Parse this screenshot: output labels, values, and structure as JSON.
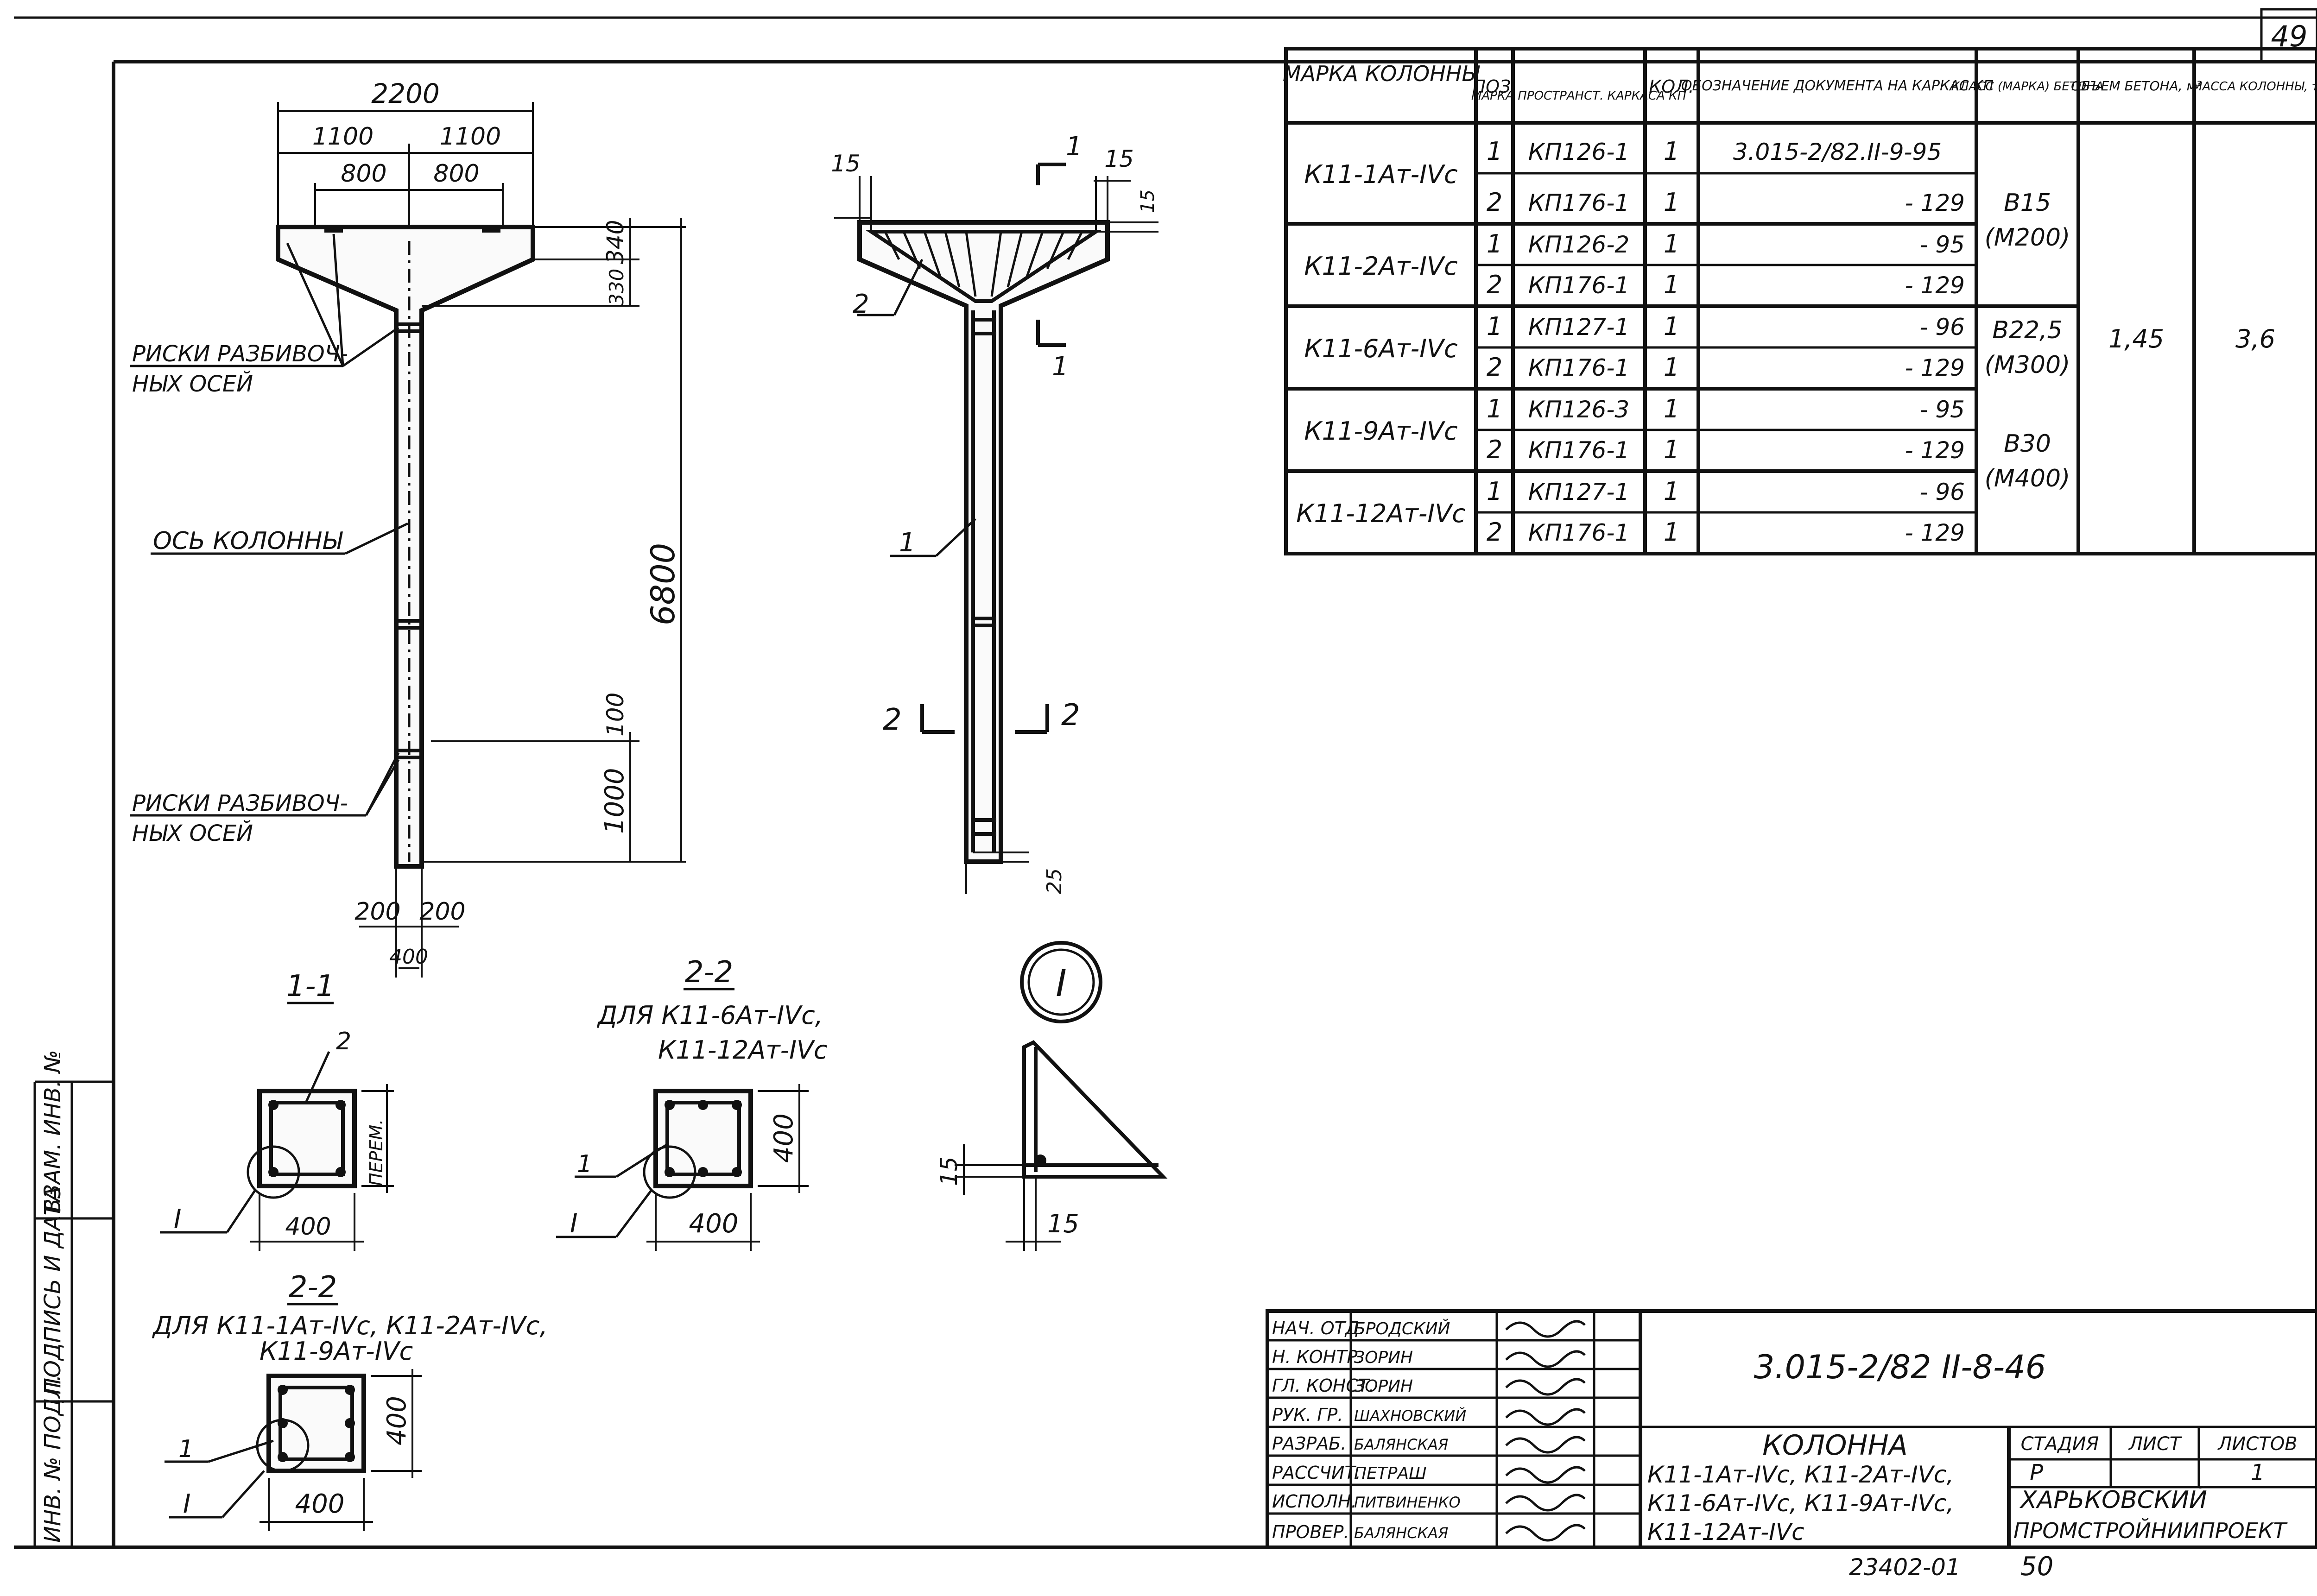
{
  "sheet_number": "49",
  "bottom_code": "23402-01",
  "bottom_page": "50",
  "elevation_view": {
    "dim_total": "2200",
    "dim_half_left": "1100",
    "dim_half_right": "1100",
    "dim_inner_left": "800",
    "dim_inner_right": "800",
    "dim_top": "340",
    "dim_top_sub": "330",
    "dim_height": "6800",
    "dim_bottom_100": "100",
    "dim_bottom_1000": "1000",
    "dim_width_left": "200",
    "dim_width_right": "200",
    "dim_width_total": "400",
    "label_marks_top_1": "РИСКИ РАЗБИВОЧ-",
    "label_marks_top_2": "НЫХ ОСЕЙ",
    "label_axis": "ОСЬ КОЛОННЫ",
    "label_marks_bottom_1": "РИСКИ РАЗБИВОЧ-",
    "label_marks_bottom_2": "НЫХ ОСЕЙ"
  },
  "reinforcement_view": {
    "dim_left": "15",
    "dim_right": "15",
    "dim_side": "15",
    "dim_bottom": "25",
    "cut1_left": "1",
    "cut1_right": "1",
    "cut2_left": "2",
    "cut2_right": "2",
    "pos_1": "1",
    "pos_2": "2"
  },
  "sections": {
    "s11_title": "1-1",
    "s11_pos": "2",
    "s11_dim_w": "400",
    "s11_dim_side": "ПЕРЕМ.",
    "s11_detail": "I",
    "s22a_title": "2-2",
    "s22a_sub1": "ДЛЯ К11-6Ат-IVс,",
    "s22a_sub2": "К11-12Ат-IVс",
    "s22a_pos": "1",
    "s22a_dim_w": "400",
    "s22a_dim_side": "400",
    "s22a_detail": "I",
    "s22b_title": "2-2",
    "s22b_sub1": "ДЛЯ К11-1Ат-IVс, К11-2Ат-IVс,",
    "s22b_sub2": "К11-9Ат-IVс",
    "s22b_pos": "1",
    "s22b_dim_w": "400",
    "s22b_dim_side": "400",
    "s22b_detail": "I",
    "node_label": "I",
    "node_dim_v": "15",
    "node_dim_h": "15"
  },
  "spec_table": {
    "headers": [
      "МАРКА КОЛОННЫ",
      "ПОЗ.",
      "МАРКА ПРОСТРАНСТ. КАРКАСА КП",
      "КОЛ.",
      "ОБОЗНАЧЕНИЕ ДОКУМЕНТА НА КАРКАС КП",
      "КЛАСС (МАРКА) БЕТОНА",
      "ОБЪЕМ БЕТОНА, м³",
      "МАССА КОЛОННЫ, т"
    ],
    "rows": [
      {
        "mark": "К11-1Ат-IVс",
        "items": [
          {
            "pos": "1",
            "kp": "КП126-1",
            "qty": "1",
            "doc": "3.015-2/82.II-9-95"
          },
          {
            "pos": "2",
            "kp": "КП176-1",
            "qty": "1",
            "doc": "- 129"
          }
        ]
      },
      {
        "mark": "К11-2Ат-IVс",
        "items": [
          {
            "pos": "1",
            "kp": "КП126-2",
            "qty": "1",
            "doc": "- 95"
          },
          {
            "pos": "2",
            "kp": "КП176-1",
            "qty": "1",
            "doc": "- 129"
          }
        ]
      },
      {
        "mark": "К11-6Ат-IVс",
        "items": [
          {
            "pos": "1",
            "kp": "КП127-1",
            "qty": "1",
            "doc": "- 96"
          },
          {
            "pos": "2",
            "kp": "КП176-1",
            "qty": "1",
            "doc": "- 129"
          }
        ]
      },
      {
        "mark": "К11-9Ат-IVс",
        "items": [
          {
            "pos": "1",
            "kp": "КП126-3",
            "qty": "1",
            "doc": "- 95"
          },
          {
            "pos": "2",
            "kp": "КП176-1",
            "qty": "1",
            "doc": "- 129"
          }
        ]
      },
      {
        "mark": "К11-12Ат-IVс",
        "items": [
          {
            "pos": "1",
            "kp": "КП127-1",
            "qty": "1",
            "doc": "- 96"
          },
          {
            "pos": "2",
            "kp": "КП176-1",
            "qty": "1",
            "doc": "- 129"
          }
        ]
      }
    ],
    "concrete": [
      {
        "cls": "В15",
        "mark": "(М200)"
      },
      {
        "cls": "В22,5",
        "mark": "(М300)"
      },
      {
        "cls": "В30",
        "mark": "(М400)"
      }
    ],
    "volume": "1,45",
    "mass": "3,6"
  },
  "left_strip": [
    "ВЗАМ. ИНВ. №",
    "ПОДПИСЬ И ДАТА",
    "ИНВ. № ПОДЛ."
  ],
  "title_block": {
    "roles": [
      "НАЧ. ОТД.",
      "Н. КОНТР.",
      "ГЛ. КОНСТ.",
      "РУК. ГР.",
      "РАЗРАБ.",
      "РАССЧИТ.",
      "ИСПОЛН.",
      "ПРОВЕР."
    ],
    "names": [
      "БРОДСКИЙ",
      "ЗОРИН",
      "ЗОРИН",
      "ШАХНОВСКИЙ",
      "БАЛЯНСКАЯ",
      "ПЕТРАШ",
      "ПИТВИНЕНКО",
      "БАЛЯНСКАЯ"
    ],
    "code": "3.015-2/82 II-8-46",
    "name_title": "КОЛОННА",
    "name_line1": "К11-1Ат-IVс, К11-2Ат-IVс,",
    "name_line2": "К11-6Ат-IVс, К11-9Ат-IVс,",
    "name_line3": "К11-12Ат-IVс",
    "stage_label": "СТАДИЯ",
    "sheet_label": "ЛИСТ",
    "sheets_label": "ЛИСТОВ",
    "stage": "Р",
    "sheet": "",
    "sheets": "1",
    "org_line1": "ХАРЬКОВСКИЙ",
    "org_line2": "ПРОМСТРОЙНИИПРОЕКТ"
  }
}
